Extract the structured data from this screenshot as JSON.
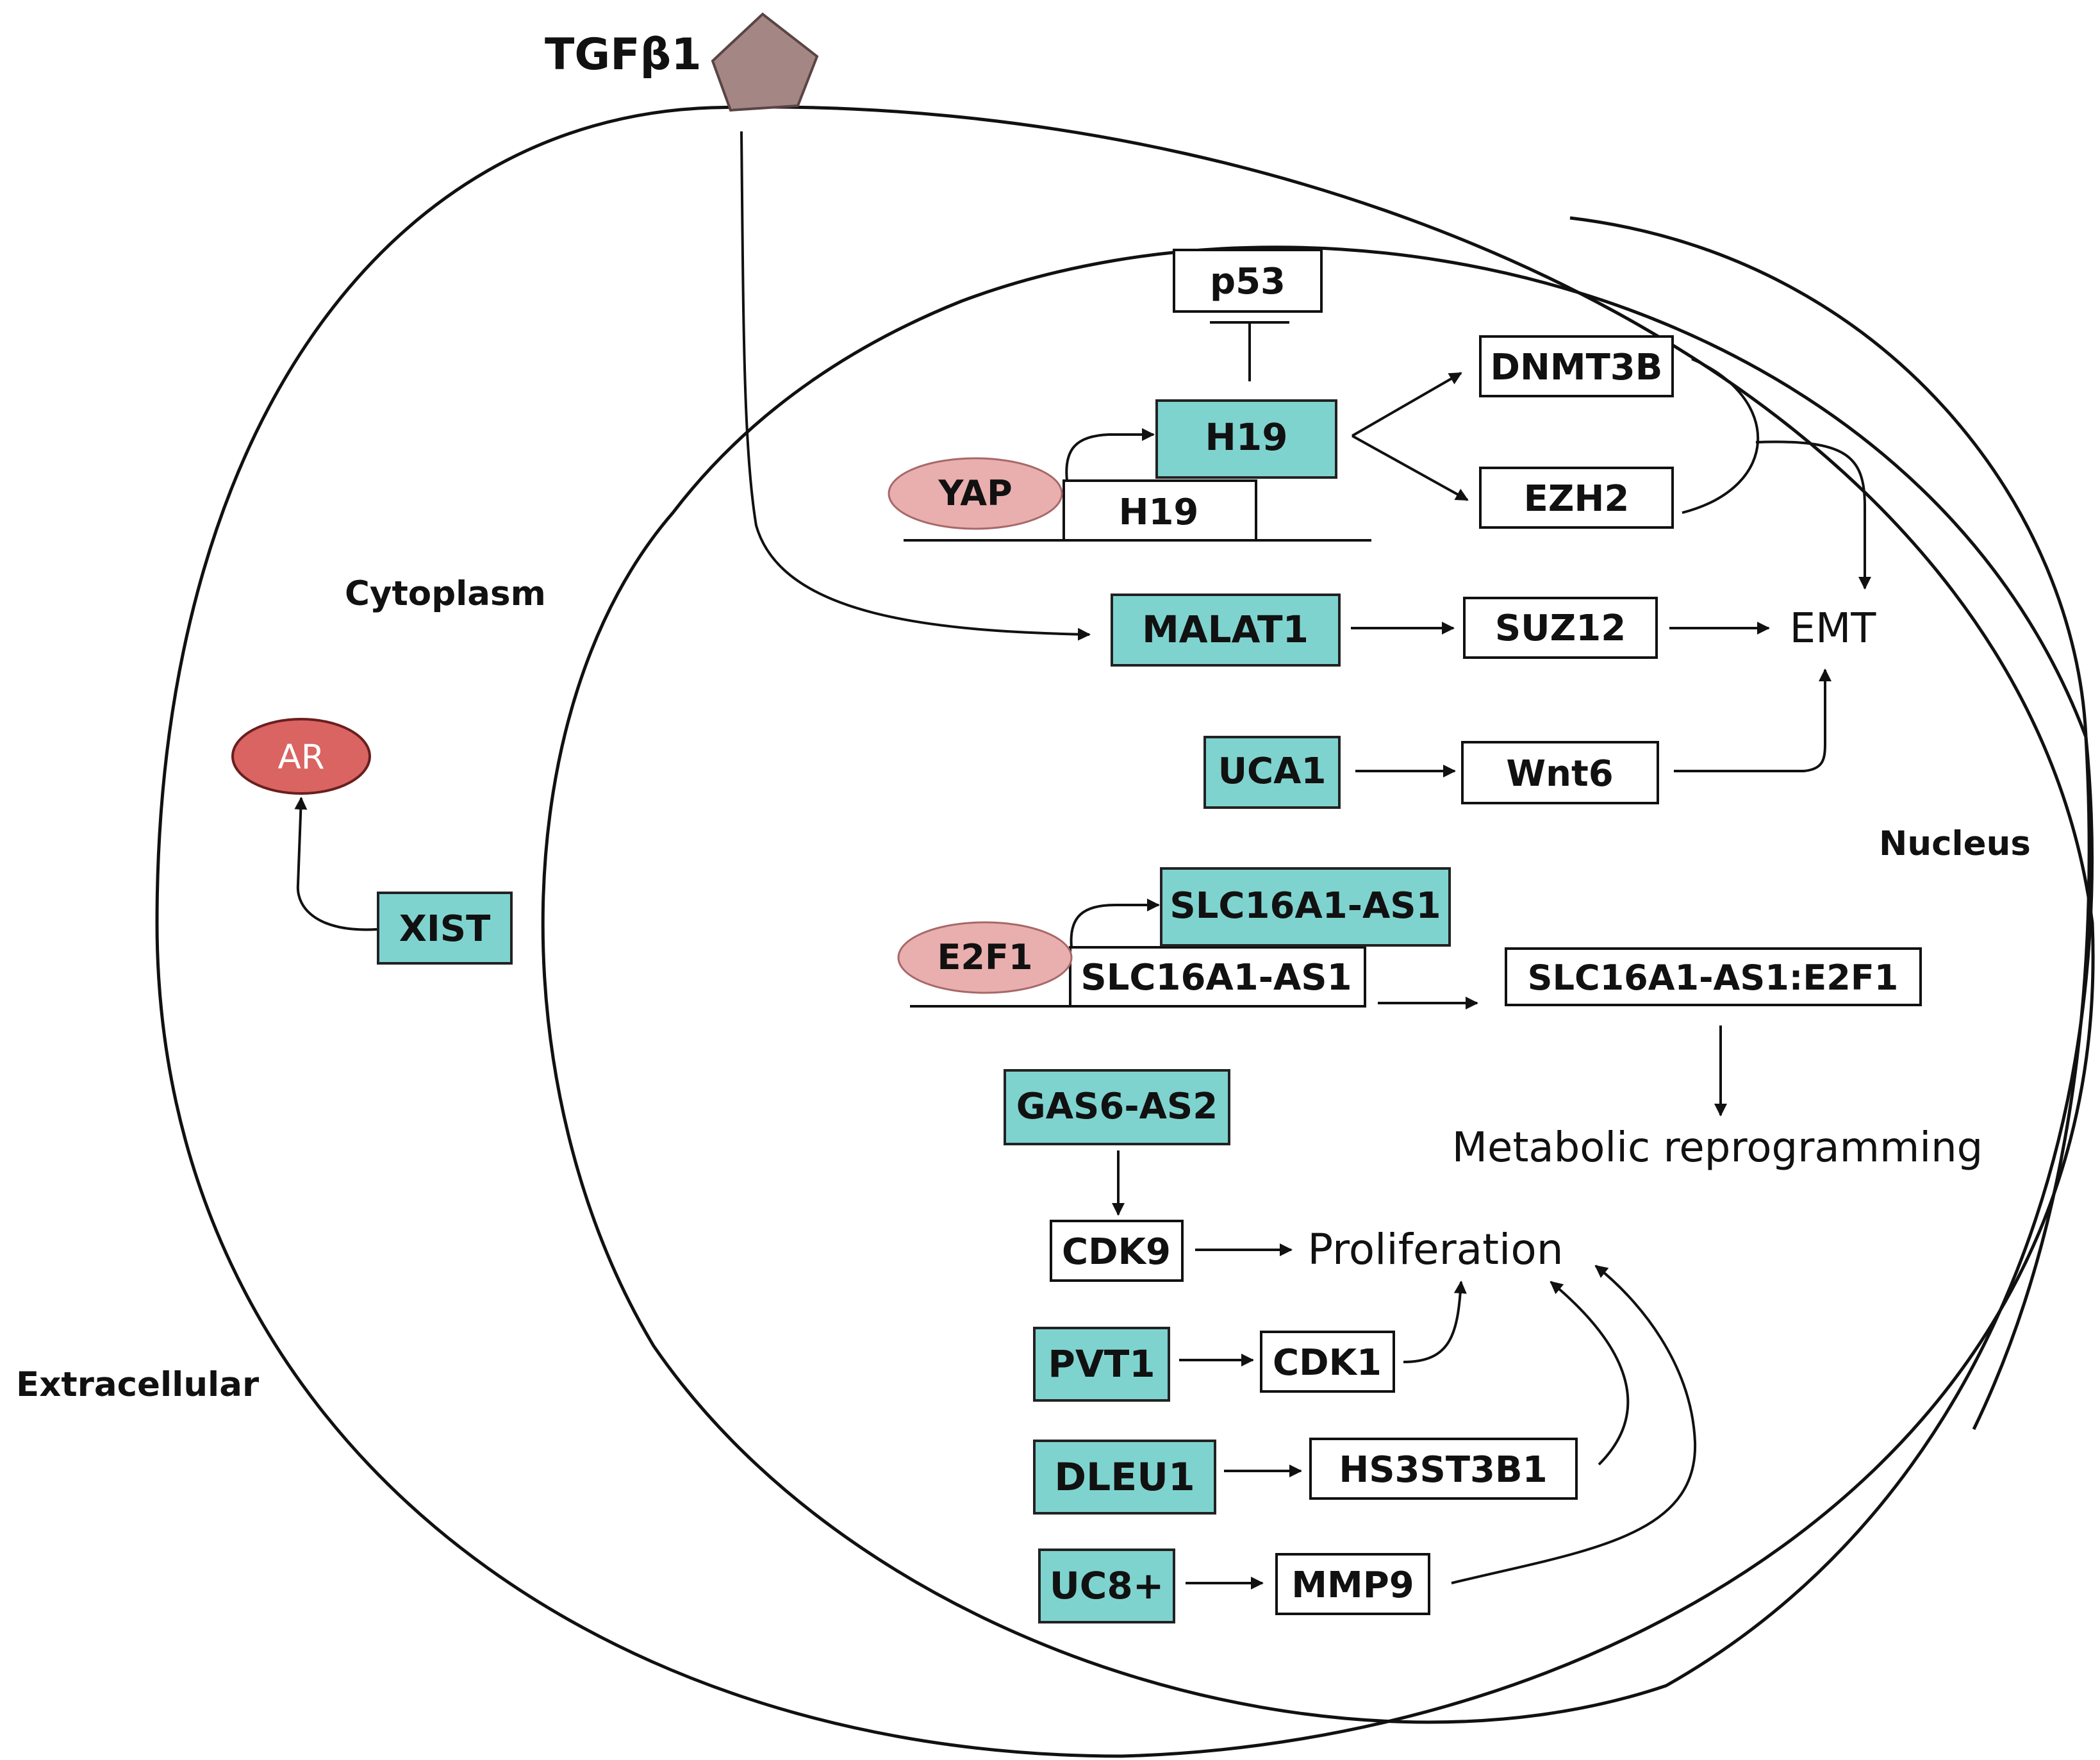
{
  "colors": {
    "lncrna_box": "#7fd3cf",
    "gene_box": "#ffffff",
    "transcription_factor": "#e8afae",
    "ar_protein": "#d96461",
    "ligand": "#a48685",
    "outline": "#111111"
  },
  "compartments": {
    "extracellular": "Extracellular",
    "cytoplasm": "Cytoplasm",
    "nucleus": "Nucleus"
  },
  "ligand": {
    "label": "TGFβ1",
    "shape": "pentagon"
  },
  "cytoplasm_nodes": {
    "ar": "AR",
    "xist": "XIST"
  },
  "nucleus_nodes": {
    "p53": "p53",
    "yap": "YAP",
    "h19_rna": "H19",
    "h19_gene": "H19",
    "dnmt3b": "DNMT3B",
    "ezh2": "EZH2",
    "malat1": "MALAT1",
    "suz12": "SUZ12",
    "emt": "EMT",
    "uca1": "UCA1",
    "wnt6": "Wnt6",
    "e2f1": "E2F1",
    "slc_rna": "SLC16A1-AS1",
    "slc_gene": "SLC16A1-AS1",
    "slc_complex": "SLC16A1-AS1:E2F1",
    "metabolic": "Metabolic reprogramming",
    "gas6": "GAS6-AS2",
    "cdk9": "CDK9",
    "proliferation": "Proliferation",
    "pvt1": "PVT1",
    "cdk1": "CDK1",
    "dleu1": "DLEU1",
    "hs3st3b1": "HS3ST3B1",
    "uc8": "UC8+",
    "mmp9": "MMP9"
  }
}
